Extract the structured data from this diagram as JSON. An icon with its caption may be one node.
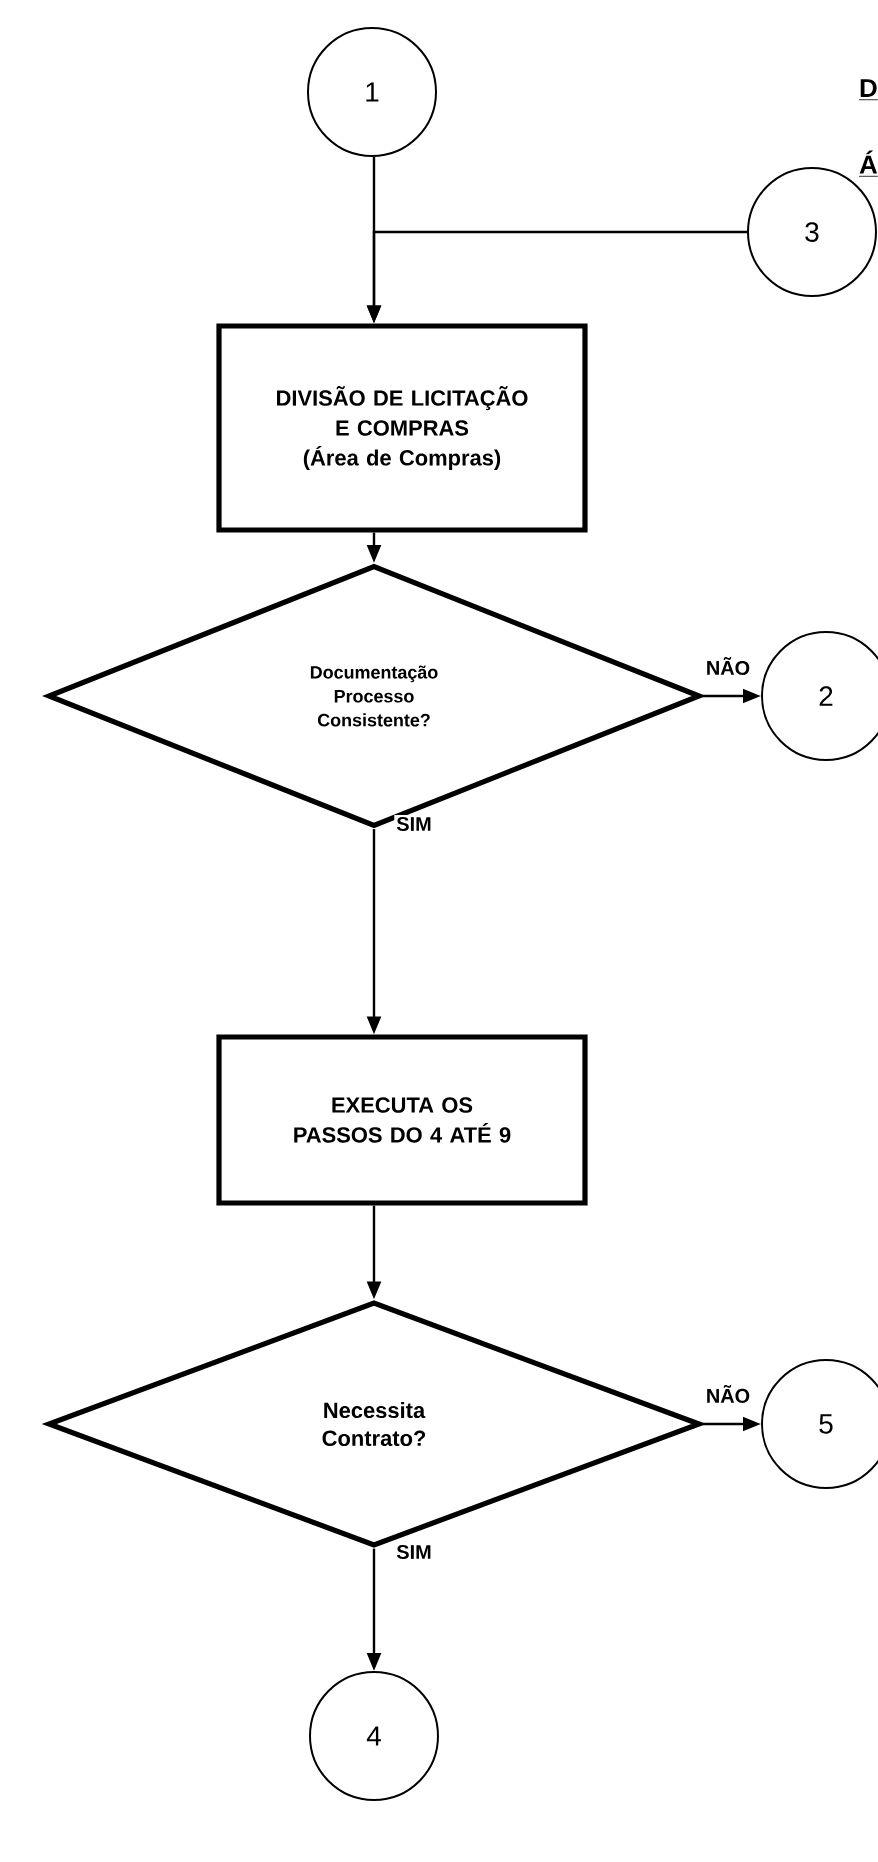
{
  "diagram": {
    "nodes": [
      {
        "text": [
          "1"
        ]
      },
      {
        "text": [
          "3"
        ]
      },
      {
        "text": [
          "DIVISÃO DE LICITAÇÃO E COMPRAS",
          "(Área de Compras)"
        ]
      },
      {
        "text": [
          "Documentação Processo Consistente?"
        ]
      },
      {
        "text": [
          "2"
        ]
      },
      {
        "text": [
          "EXECUTA OS PASSOS DO 4 ATÉ 9"
        ]
      },
      {
        "text": [
          "Necessita Contrato?"
        ]
      },
      {
        "text": [
          "5"
        ]
      },
      {
        "text": [
          "4"
        ]
      }
    ],
    "edges": [
      {
        "from": 0,
        "to": 2,
        "arrow": "to"
      },
      {
        "from": 1,
        "to": 2,
        "arrow": "to"
      },
      {
        "from": 2,
        "to": 3,
        "arrow": "to"
      },
      {
        "from": 3,
        "to": 4,
        "arrow": "to",
        "label": "NÃO"
      },
      {
        "from": 3,
        "to": 5,
        "arrow": "to",
        "label": "SIM"
      },
      {
        "from": 5,
        "to": 6,
        "arrow": "to"
      },
      {
        "from": 6,
        "to": 7,
        "arrow": "to",
        "label": "NÃO"
      },
      {
        "from": 6,
        "to": 8,
        "arrow": "to",
        "label": "SIM"
      }
    ],
    "labels": [
      "D",
      "Á"
    ]
  }
}
